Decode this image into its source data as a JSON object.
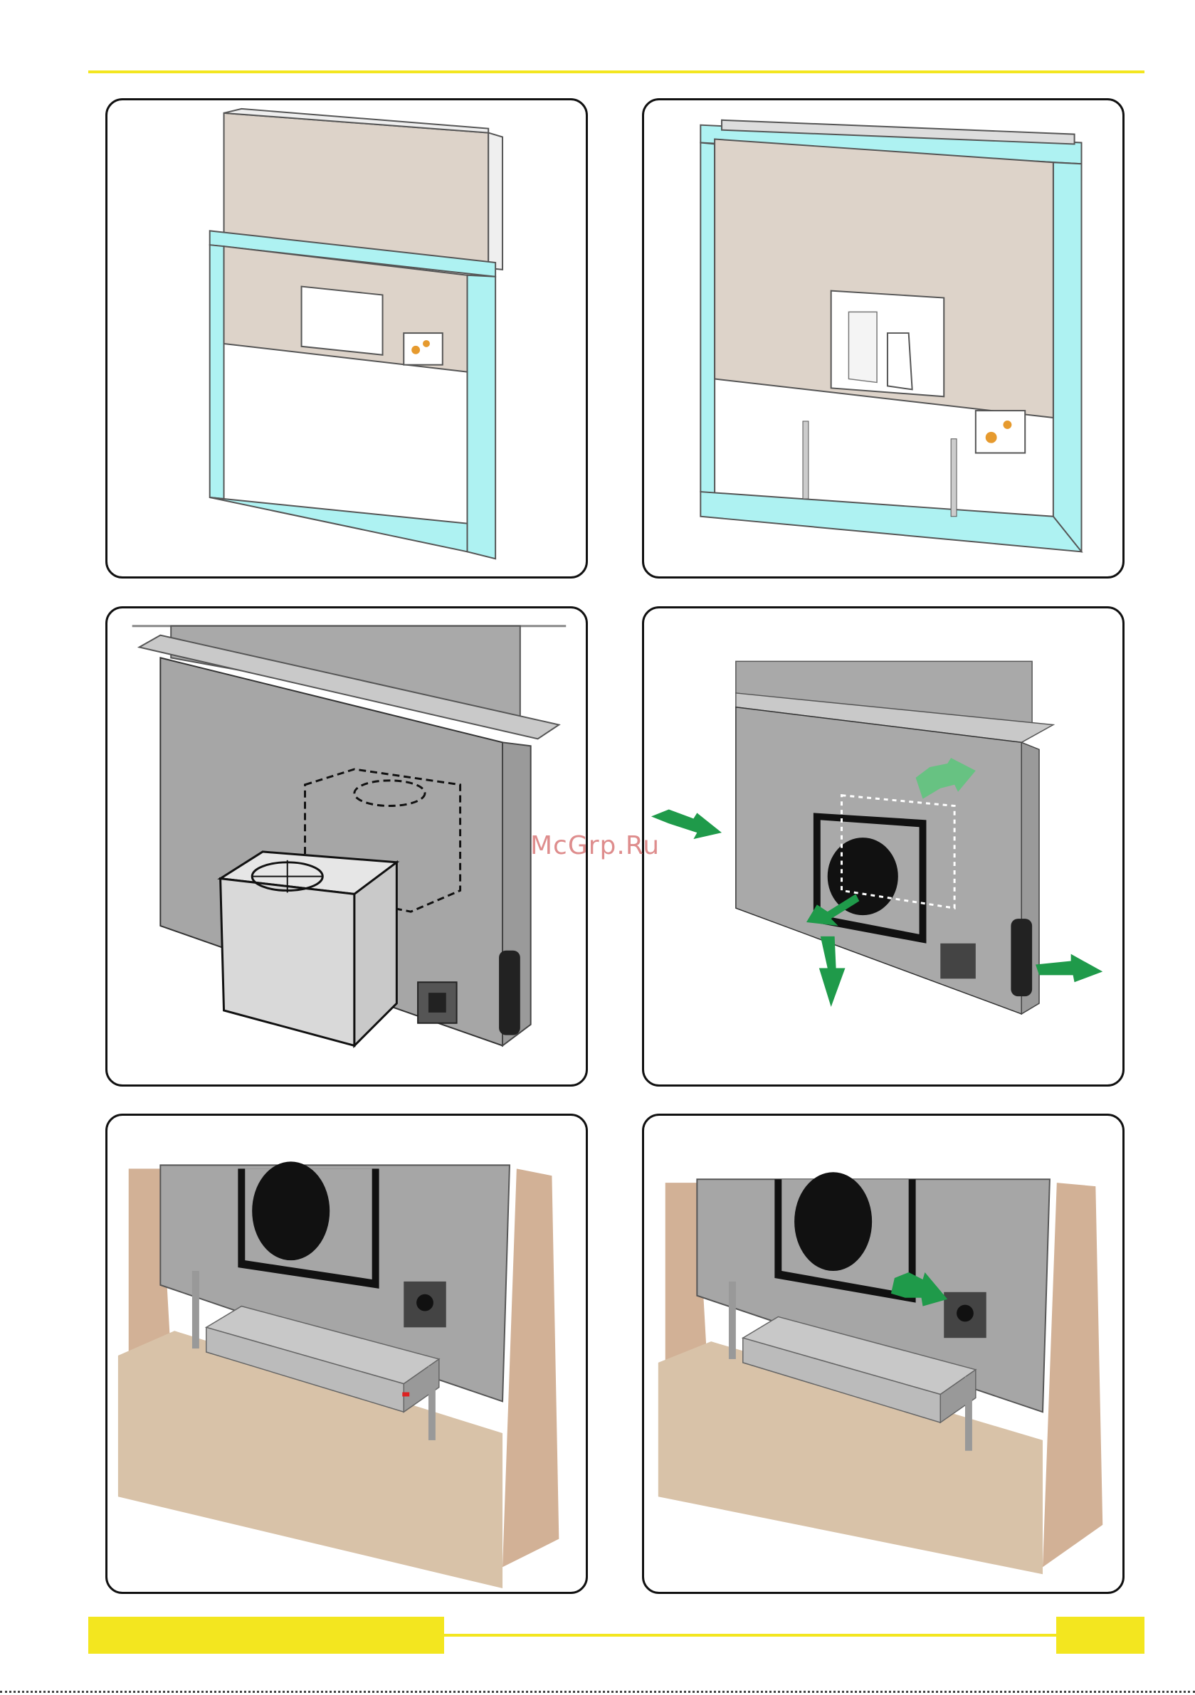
{
  "document": {
    "watermark_text": "McGrp.Ru",
    "accent_color": "#f3e61f",
    "arrow_color": "#1f9a4a",
    "frame_color": "#aef2f2"
  },
  "figures": [
    {
      "name": "step-1-frame-raised"
    },
    {
      "name": "step-2-frame-with-brackets"
    },
    {
      "name": "step-3-motor-box"
    },
    {
      "name": "step-4-exhaust-directions"
    },
    {
      "name": "step-5-cabinet-motor"
    },
    {
      "name": "step-6-connect-cable"
    }
  ]
}
